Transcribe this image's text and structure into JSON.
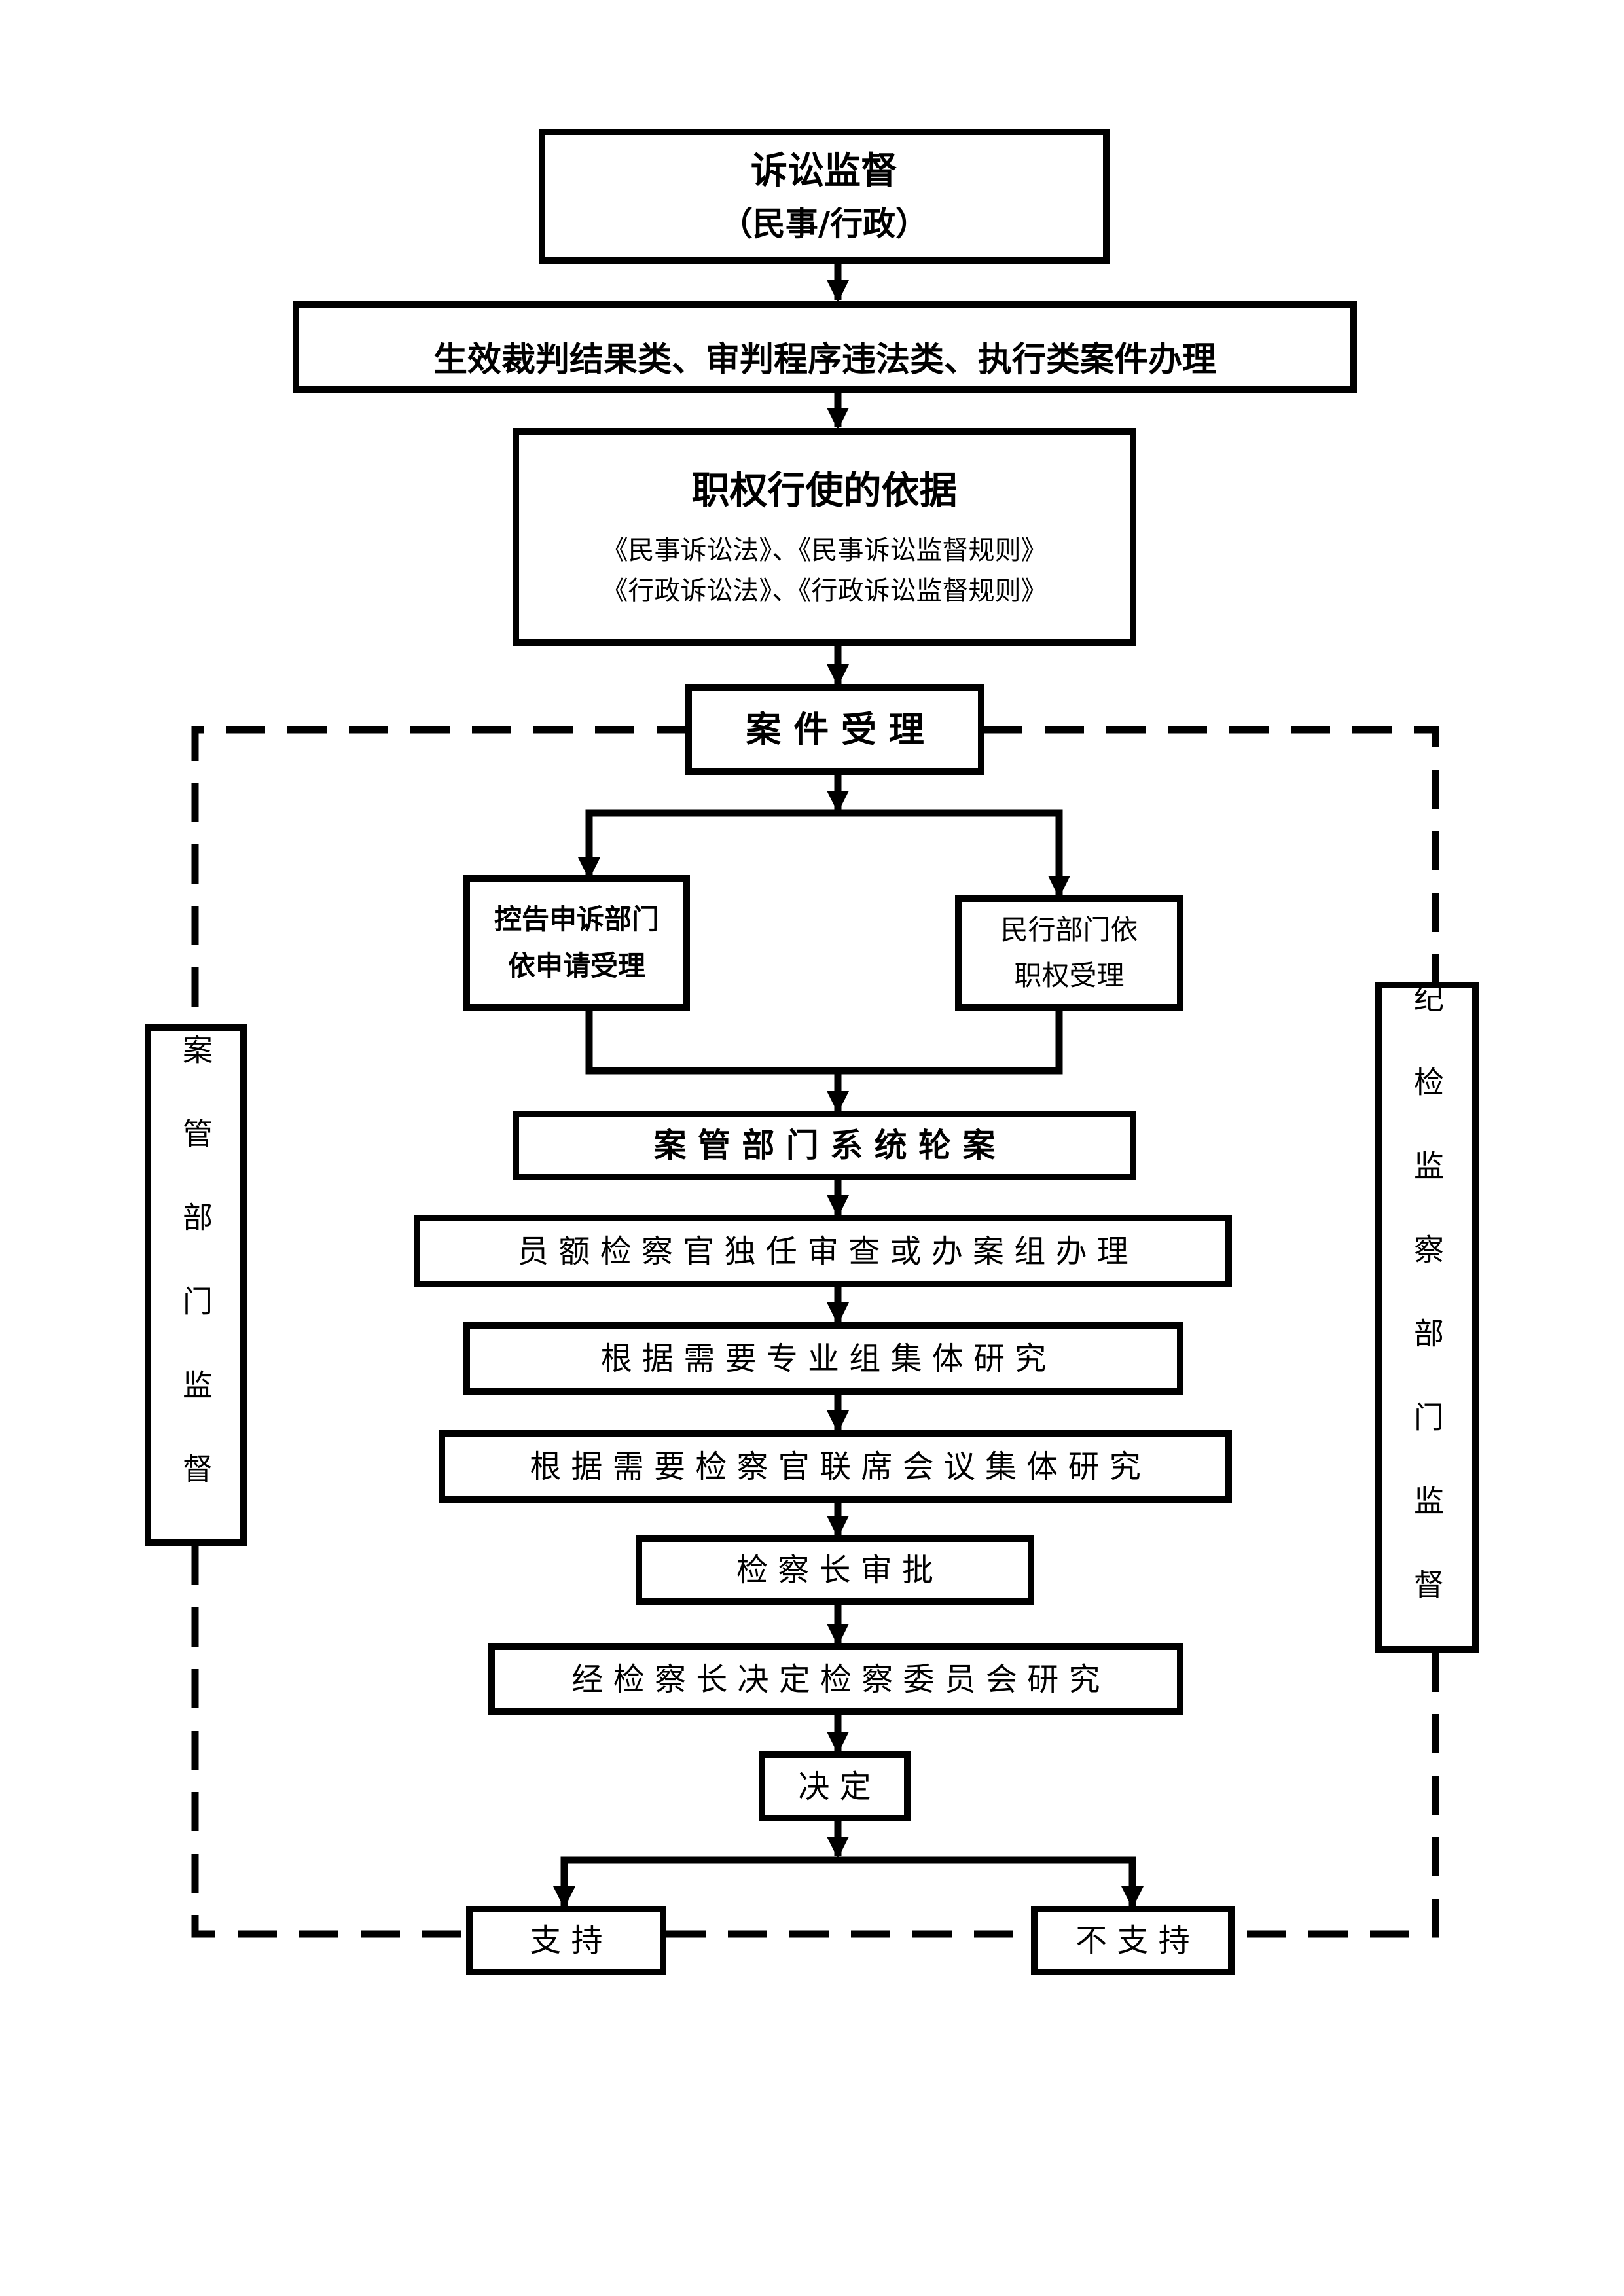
{
  "top": {
    "title": "诉讼监督",
    "subtitle": "（民事/行政）"
  },
  "case_types": "生效裁判结果类、审判程序违法类、执行类案件办理",
  "basis": {
    "title": "职权行使的依据",
    "line1": "《民事诉讼法》、《民事诉讼监督规则》",
    "line2": "《行政诉讼法》、《行政诉讼监督规则》"
  },
  "acceptance": "案 件 受 理",
  "left_branch": {
    "line1": "控告申诉部门",
    "line2": "依申请受理"
  },
  "right_branch": {
    "line1": "民行部门依",
    "line2": "职权受理"
  },
  "steps": {
    "rotation": "案 管 部 门 系 统 轮 案",
    "handling": "员 额 检 察 官 独 任 审 查 或 办 案 组 办 理",
    "group_study": "根 据 需 要 专 业 组 集 体 研 究",
    "joint_meeting": "根 据 需 要 检 察 官 联 席 会 议 集 体 研 究",
    "approval": "检 察 长 审 批",
    "committee": "经 检 察 长 决 定 检 察 委 员 会 研 究",
    "decision": "决 定"
  },
  "outcomes": {
    "support": "支 持",
    "not_support": "不 支 持"
  },
  "side_left": "案管部门监督",
  "side_right": "纪检监察部门监督"
}
